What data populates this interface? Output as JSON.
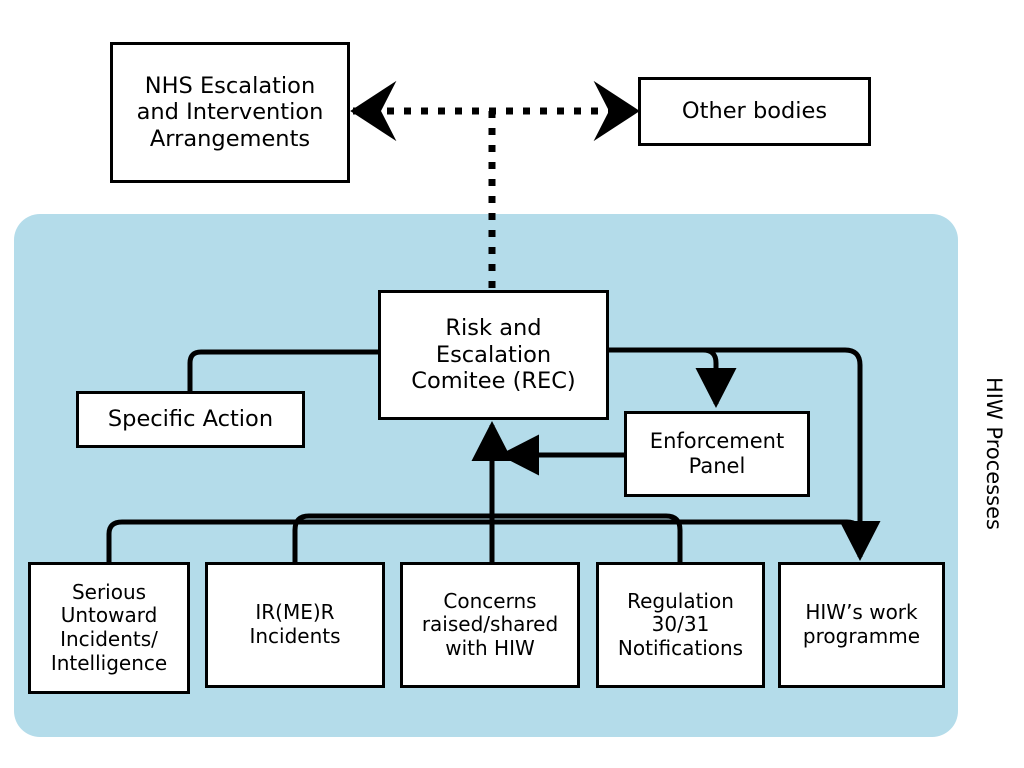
{
  "diagram": {
    "title_region": "HIW escalation and intervention flow",
    "panel": {
      "name": "HIW Processes",
      "side_label": "HIW Processes",
      "fill_color": "#b4dcea"
    },
    "nodes": [
      {
        "id": "nhs-escalation",
        "label": "NHS Escalation\nand Intervention\nArrangements"
      },
      {
        "id": "other-bodies",
        "label": "Other bodies"
      },
      {
        "id": "rec",
        "label": "Risk and\nEscalation\nComitee (REC)"
      },
      {
        "id": "specific-action",
        "label": "Specific Action"
      },
      {
        "id": "enforcement-panel",
        "label": "Enforcement\nPanel"
      },
      {
        "id": "serious-untoward",
        "label": "Serious\nUntoward\nIncidents/\nIntelligence"
      },
      {
        "id": "irmer-incidents",
        "label": "IR(ME)R\nIncidents"
      },
      {
        "id": "concerns-raised",
        "label": "Concerns\nraised/shared\nwith HIW"
      },
      {
        "id": "regulation-notifications",
        "label": "Regulation\n30/31\nNotifications"
      },
      {
        "id": "hiw-work-programme",
        "label": "HIW’s work\nprogramme"
      }
    ],
    "connectors": [
      {
        "id": "nhs-to-other-bodies",
        "from": "nhs-escalation",
        "to": "other-bodies",
        "style": "dotted",
        "arrows": "both"
      },
      {
        "id": "dotted-branch-to-rec",
        "from": "nhs-to-other-bodies",
        "to": "rec",
        "style": "dotted",
        "arrows": "none"
      },
      {
        "id": "rec-to-specific-action",
        "from": "rec",
        "to": "specific-action",
        "style": "solid",
        "arrows": "none"
      },
      {
        "id": "rec-to-enforcement-panel",
        "from": "rec",
        "to": "enforcement-panel",
        "style": "solid",
        "arrows": "end"
      },
      {
        "id": "enforcement-panel-to-rec",
        "from": "enforcement-panel",
        "to": "rec",
        "style": "solid",
        "arrows": "end"
      },
      {
        "id": "rec-to-hiw-work-programme",
        "from": "rec",
        "to": "hiw-work-programme",
        "style": "solid",
        "arrows": "end"
      },
      {
        "id": "inputs-to-rec",
        "from": "bottom-inputs",
        "to": "rec",
        "style": "solid",
        "arrows": "end"
      }
    ]
  }
}
